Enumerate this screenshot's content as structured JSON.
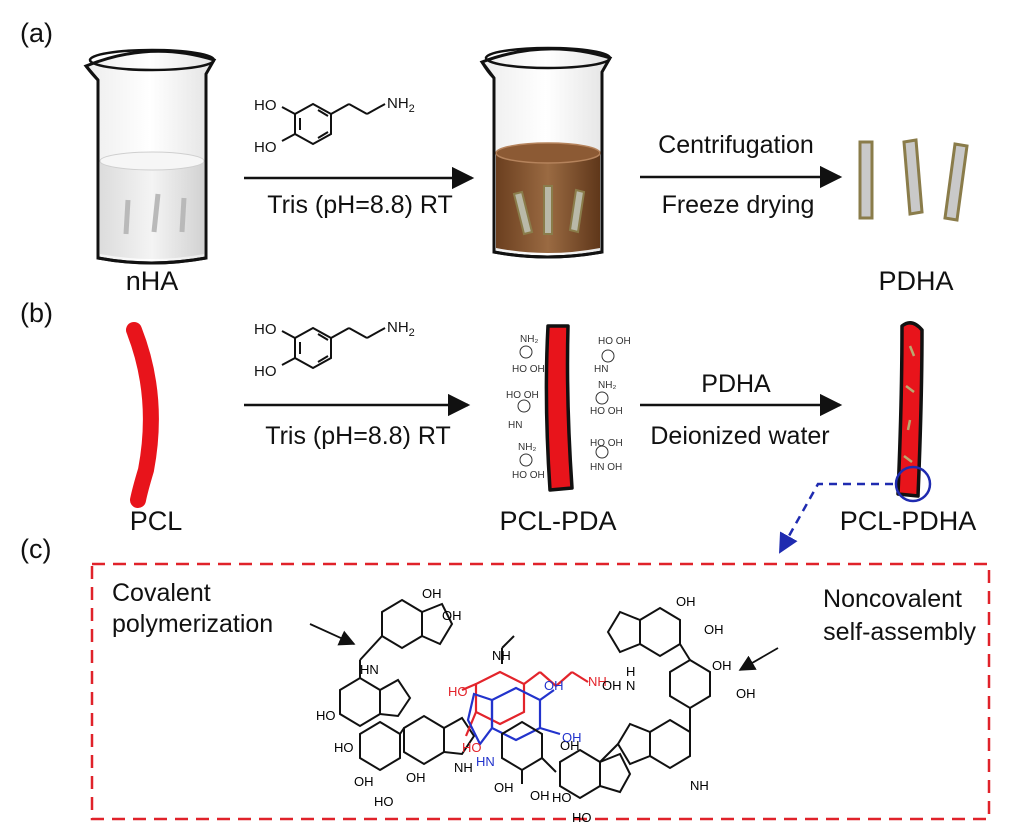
{
  "panels": {
    "a": {
      "label": "(a)",
      "start_label": "nHA",
      "end_label": "PDHA",
      "arrow1_below": "Tris (pH=8.8) RT",
      "arrow2_above": "Centrifugation",
      "arrow2_below": "Freeze drying"
    },
    "b": {
      "label": "(b)",
      "start_label": "PCL",
      "mid_label": "PCL-PDA",
      "end_label": "PCL-PDHA",
      "arrow1_below": "Tris (pH=8.8) RT",
      "arrow2_above": "PDHA",
      "arrow2_below": "Deionized water"
    },
    "c": {
      "label": "(c)",
      "left_line1": "Covalent",
      "left_line2": "polymerization",
      "right_line1": "Noncovalent",
      "right_line2": "self-assembly"
    }
  },
  "chem": {
    "ho": "HO",
    "oh": "OH",
    "nh2": "NH",
    "sub2": "2",
    "hn": "HN",
    "nh": "NH",
    "h": "H",
    "n": "N"
  },
  "colors": {
    "pcl_red": "#e8141b",
    "brown_solution": "#7a4a26",
    "rod_border": "#8a7c4a",
    "rod_fill": "#c9c9c9",
    "dashed_box": "#e0222a",
    "blue_circle": "#1f2bb0",
    "chem_red": "#e3242b",
    "chem_blue": "#2233cc"
  }
}
